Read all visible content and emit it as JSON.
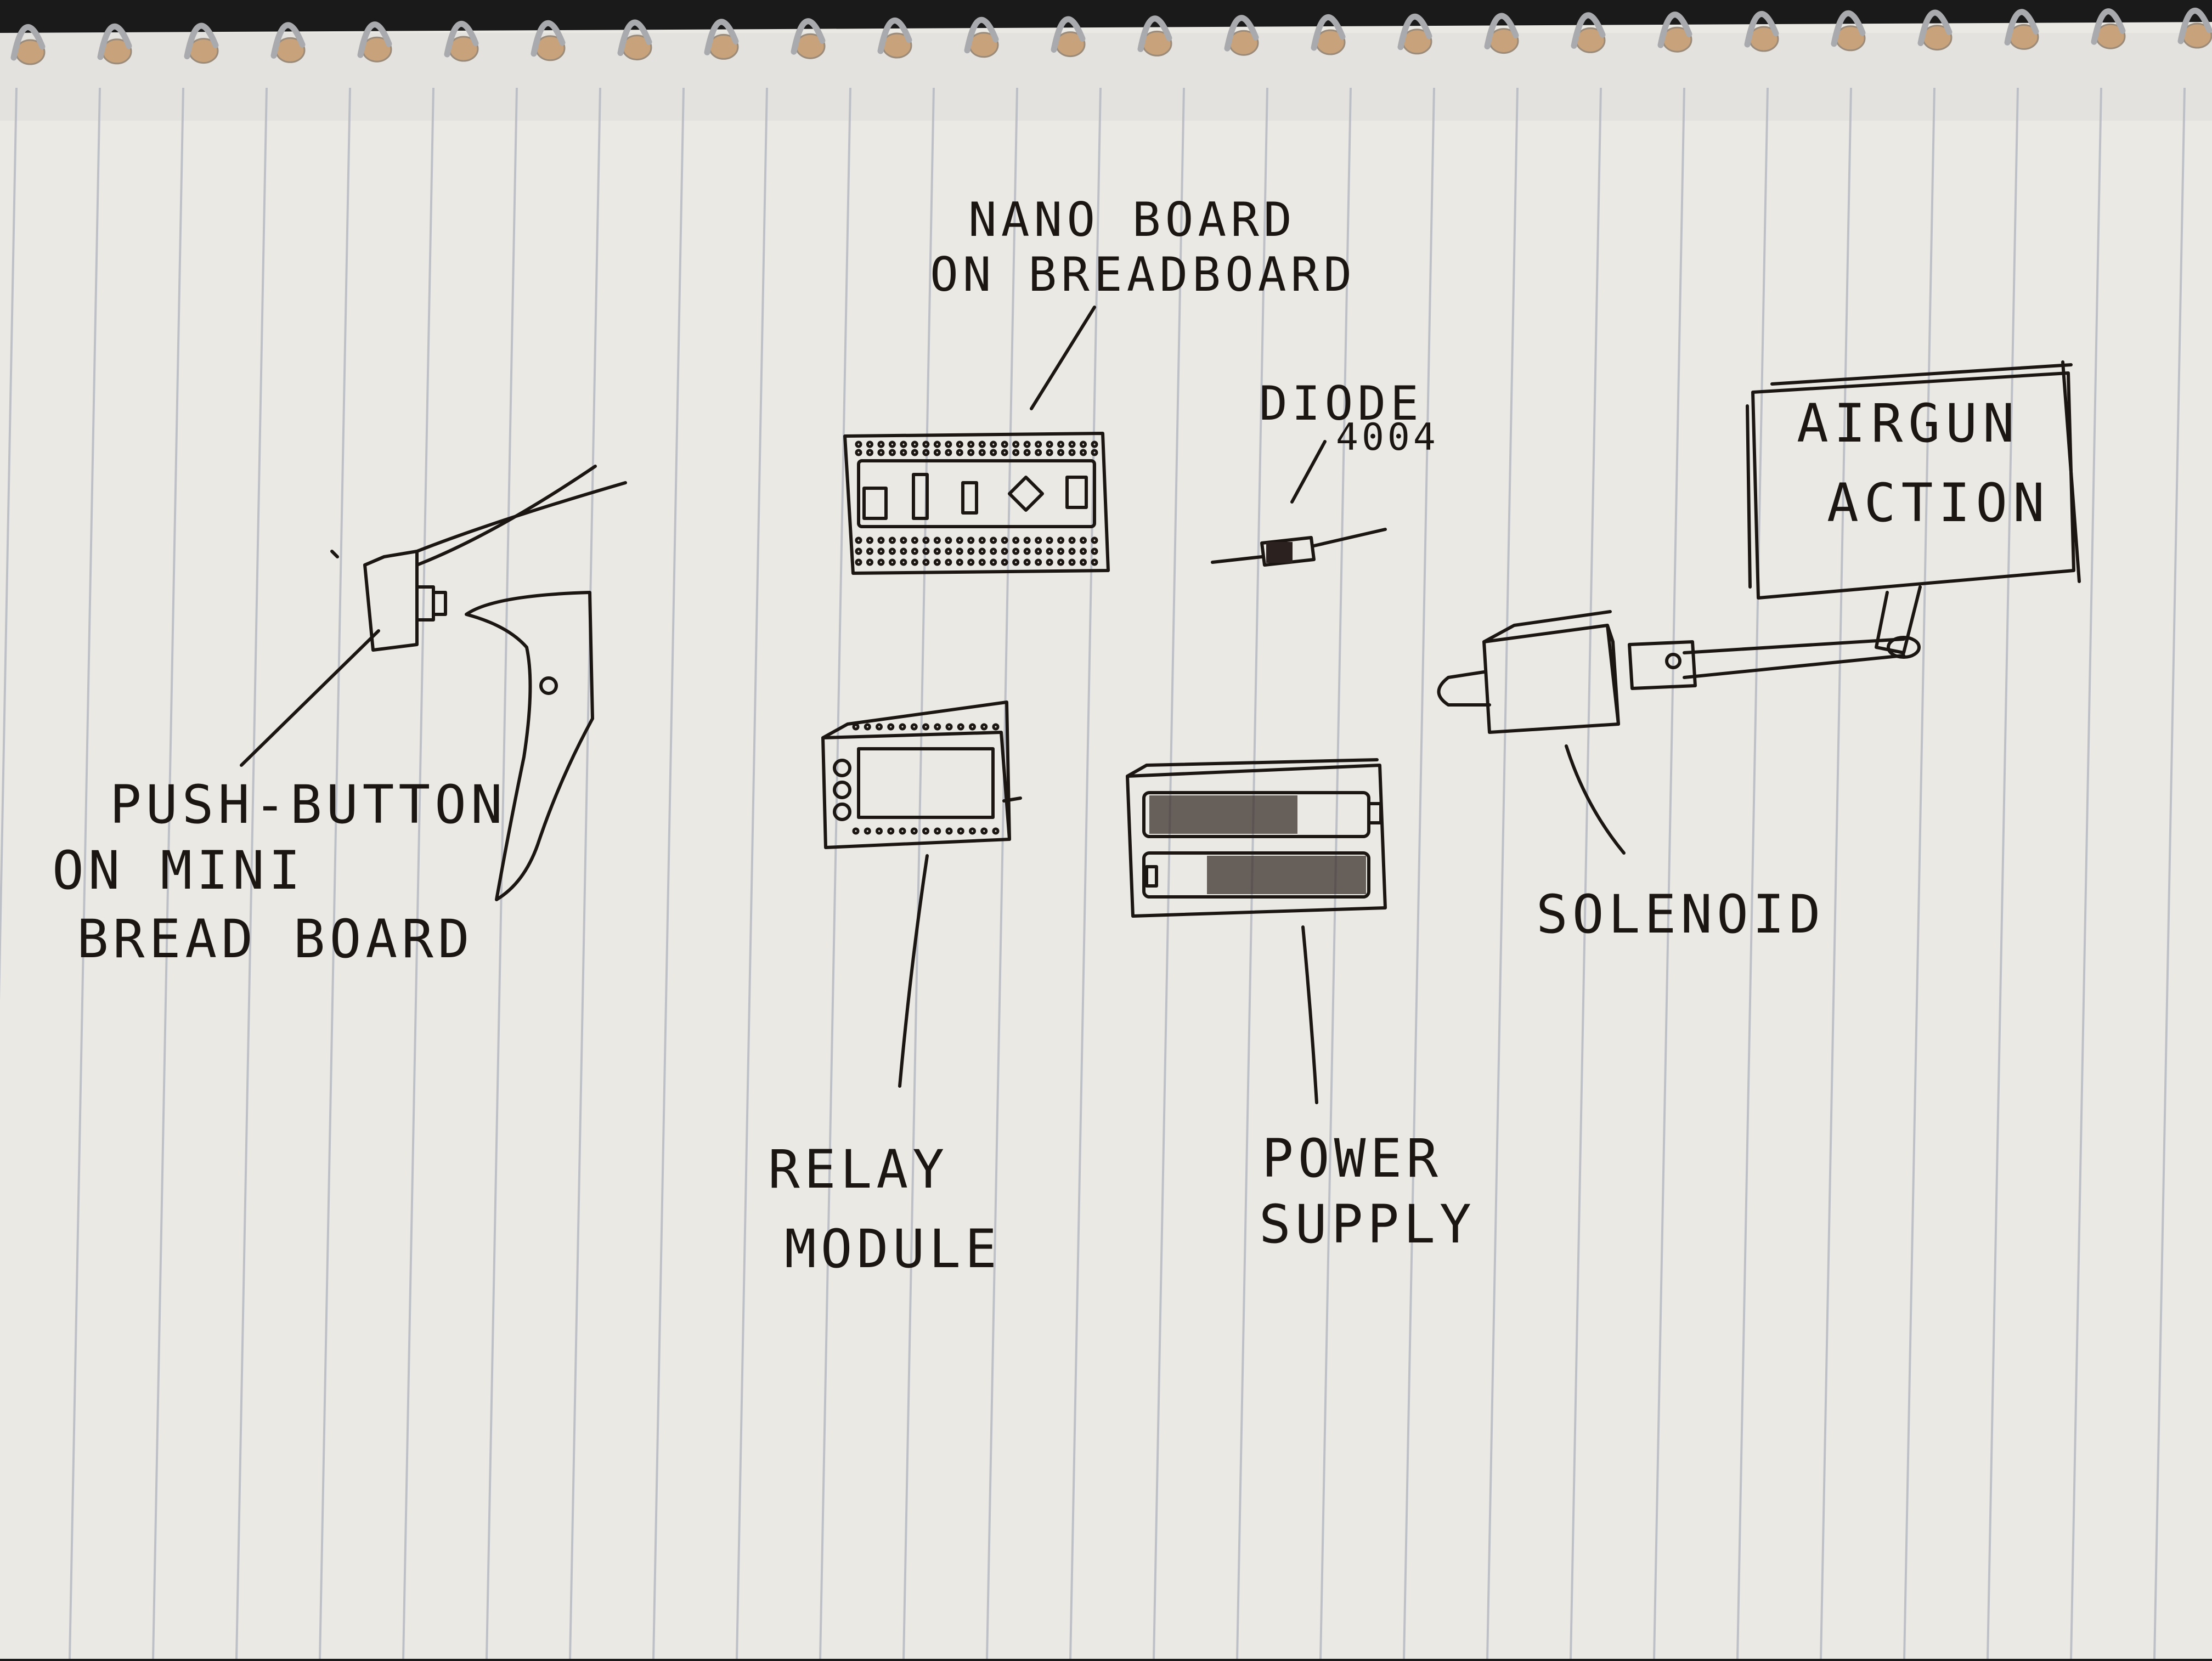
{
  "sketch": {
    "paper_color": "#eae9e4",
    "rule_color": "#b7b9c4",
    "ink_color": "#1c1613",
    "components": {
      "nano_board": {
        "line1": "NANO BOARD",
        "line2": "ON BREADBOARD"
      },
      "diode": {
        "line1": "DIODE",
        "line2": "4004"
      },
      "airgun_action": {
        "line1": "AIRGUN",
        "line2": "ACTION"
      },
      "push_button": {
        "line1": "PUSH-BUTTON",
        "line2": "ON MINI",
        "line3": "BREAD BOARD"
      },
      "relay_module": {
        "line1": "RELAY",
        "line2": "MODULE"
      },
      "power_supply": {
        "line1": "POWER",
        "line2": "SUPPLY"
      },
      "solenoid": {
        "line1": "SOLENOID"
      }
    }
  }
}
